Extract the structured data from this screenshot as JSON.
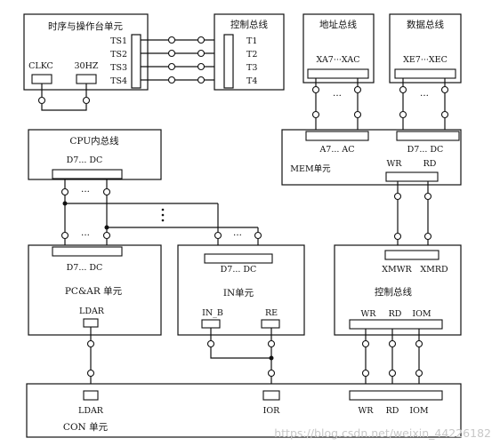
{
  "diagram": {
    "timing_unit": {
      "title": "时序与操作台单元",
      "ts_labels": [
        "TS1",
        "TS2",
        "TS3",
        "TS4"
      ],
      "clkc": "CLKC",
      "hz": "30HZ"
    },
    "control_bus_top": {
      "title": "控制总线",
      "t_labels": [
        "T1",
        "T2",
        "T3",
        "T4"
      ]
    },
    "address_bus": {
      "title": "地址总线",
      "port": "XA7···XAC"
    },
    "data_bus": {
      "title": "数据总线",
      "port": "XE7···XEC"
    },
    "mem_unit": {
      "title": "MEM单元",
      "a_port": "A7... AC",
      "d_port": "D7... DC",
      "wr": "WR",
      "rd": "RD"
    },
    "cpu_bus": {
      "title": "CPU内总线",
      "port": "D7... DC"
    },
    "pc_ar_unit": {
      "title": "PC&AR 单元",
      "port": "D7... DC",
      "ldar": "LDAR"
    },
    "in_unit": {
      "title": "IN单元",
      "port": "D7... DC",
      "in_b": "IN_B",
      "re": "RE"
    },
    "control_bus_right": {
      "title": "控制总线",
      "xmwr": "XMWR",
      "xmrd": "XMRD",
      "wr": "WR",
      "rd": "RD",
      "iom": "IOM"
    },
    "con_unit": {
      "title": "CON 单元",
      "ldar": "LDAR",
      "ior": "IOR",
      "wr": "WR",
      "rd": "RD",
      "iom": "IOM"
    },
    "ellipsis": "···",
    "watermark": "https://blog.csdn.net/weixin_44226182"
  }
}
